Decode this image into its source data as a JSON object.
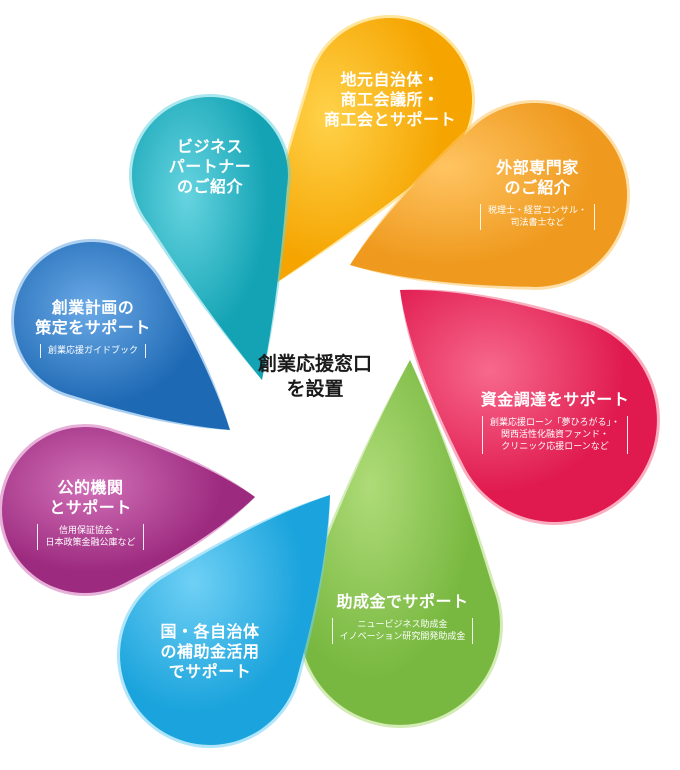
{
  "center": {
    "line1": "創業応援窓口",
    "line2": "を設置"
  },
  "petals": [
    {
      "id": "local-gov",
      "color": "#f5a400",
      "highlight": "#ffd24a",
      "title": [
        "地元自治体・",
        "商工会議所・",
        "商工会とサポート"
      ],
      "sub": []
    },
    {
      "id": "experts",
      "color": "#ef9a1f",
      "highlight": "#ffc461",
      "title": [
        "外部専門家",
        "のご紹介"
      ],
      "sub": [
        "税理士・経営コンサル・",
        "司法書士など"
      ]
    },
    {
      "id": "funding",
      "color": "#e01a4f",
      "highlight": "#f7698d",
      "title": [
        "資金調達をサポート"
      ],
      "sub": [
        "創業応援ローン「夢ひろがる」・",
        "関西活性化融資ファンド・",
        "クリニック応援ローンなど"
      ]
    },
    {
      "id": "grants",
      "color": "#78b840",
      "highlight": "#aedb78",
      "title": [
        "助成金でサポート"
      ],
      "sub": [
        "ニュービジネス助成金",
        "イノベーション研究開発助成金"
      ]
    },
    {
      "id": "subsidies",
      "color": "#1aa3dc",
      "highlight": "#6fd0f5",
      "title": [
        "国・各自治体",
        "の補助金活用",
        "でサポート"
      ],
      "sub": []
    },
    {
      "id": "public",
      "color": "#9c2a7e",
      "highlight": "#d170b8",
      "title": [
        "公的機関",
        "とサポート"
      ],
      "sub": [
        "信用保証協会・",
        "日本政策金融公庫など"
      ]
    },
    {
      "id": "planning",
      "color": "#1e69b4",
      "highlight": "#6aa9e6",
      "title": [
        "創業計画の",
        "策定をサポート"
      ],
      "sub": [
        "創業応援ガイドブック"
      ]
    },
    {
      "id": "partners",
      "color": "#13a3b4",
      "highlight": "#66d4e0",
      "title": [
        "ビジネス",
        "パートナー",
        "のご紹介"
      ],
      "sub": []
    }
  ]
}
